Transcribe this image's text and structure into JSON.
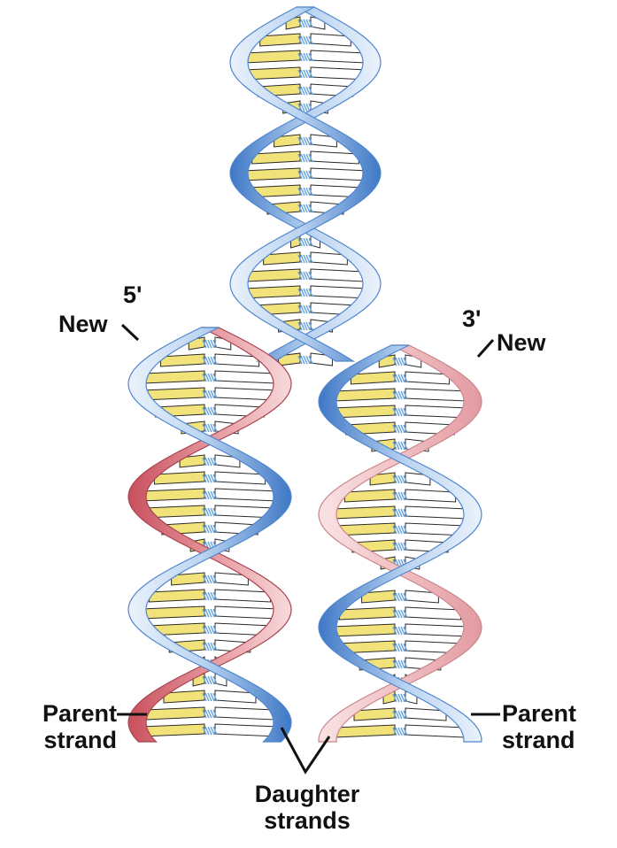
{
  "labels": {
    "five_prime": "5'",
    "three_prime": "3'",
    "new_left": "New",
    "new_right": "New",
    "parent_left_line1": "Parent",
    "parent_left_line2": "strand",
    "parent_right_line1": "Parent",
    "parent_right_line2": "strand",
    "daughter_line1": "Daughter",
    "daughter_line2": "strands"
  },
  "colors": {
    "parent_strand": "#4f86cf",
    "parent_strand_light": "#dce9f8",
    "new_strand_left": "#d9707a",
    "new_strand_right": "#f2c3c6",
    "base_pair": "#f1e27a",
    "hydrogen_bond": "#69a4dc",
    "outline": "#2b2b2b"
  }
}
